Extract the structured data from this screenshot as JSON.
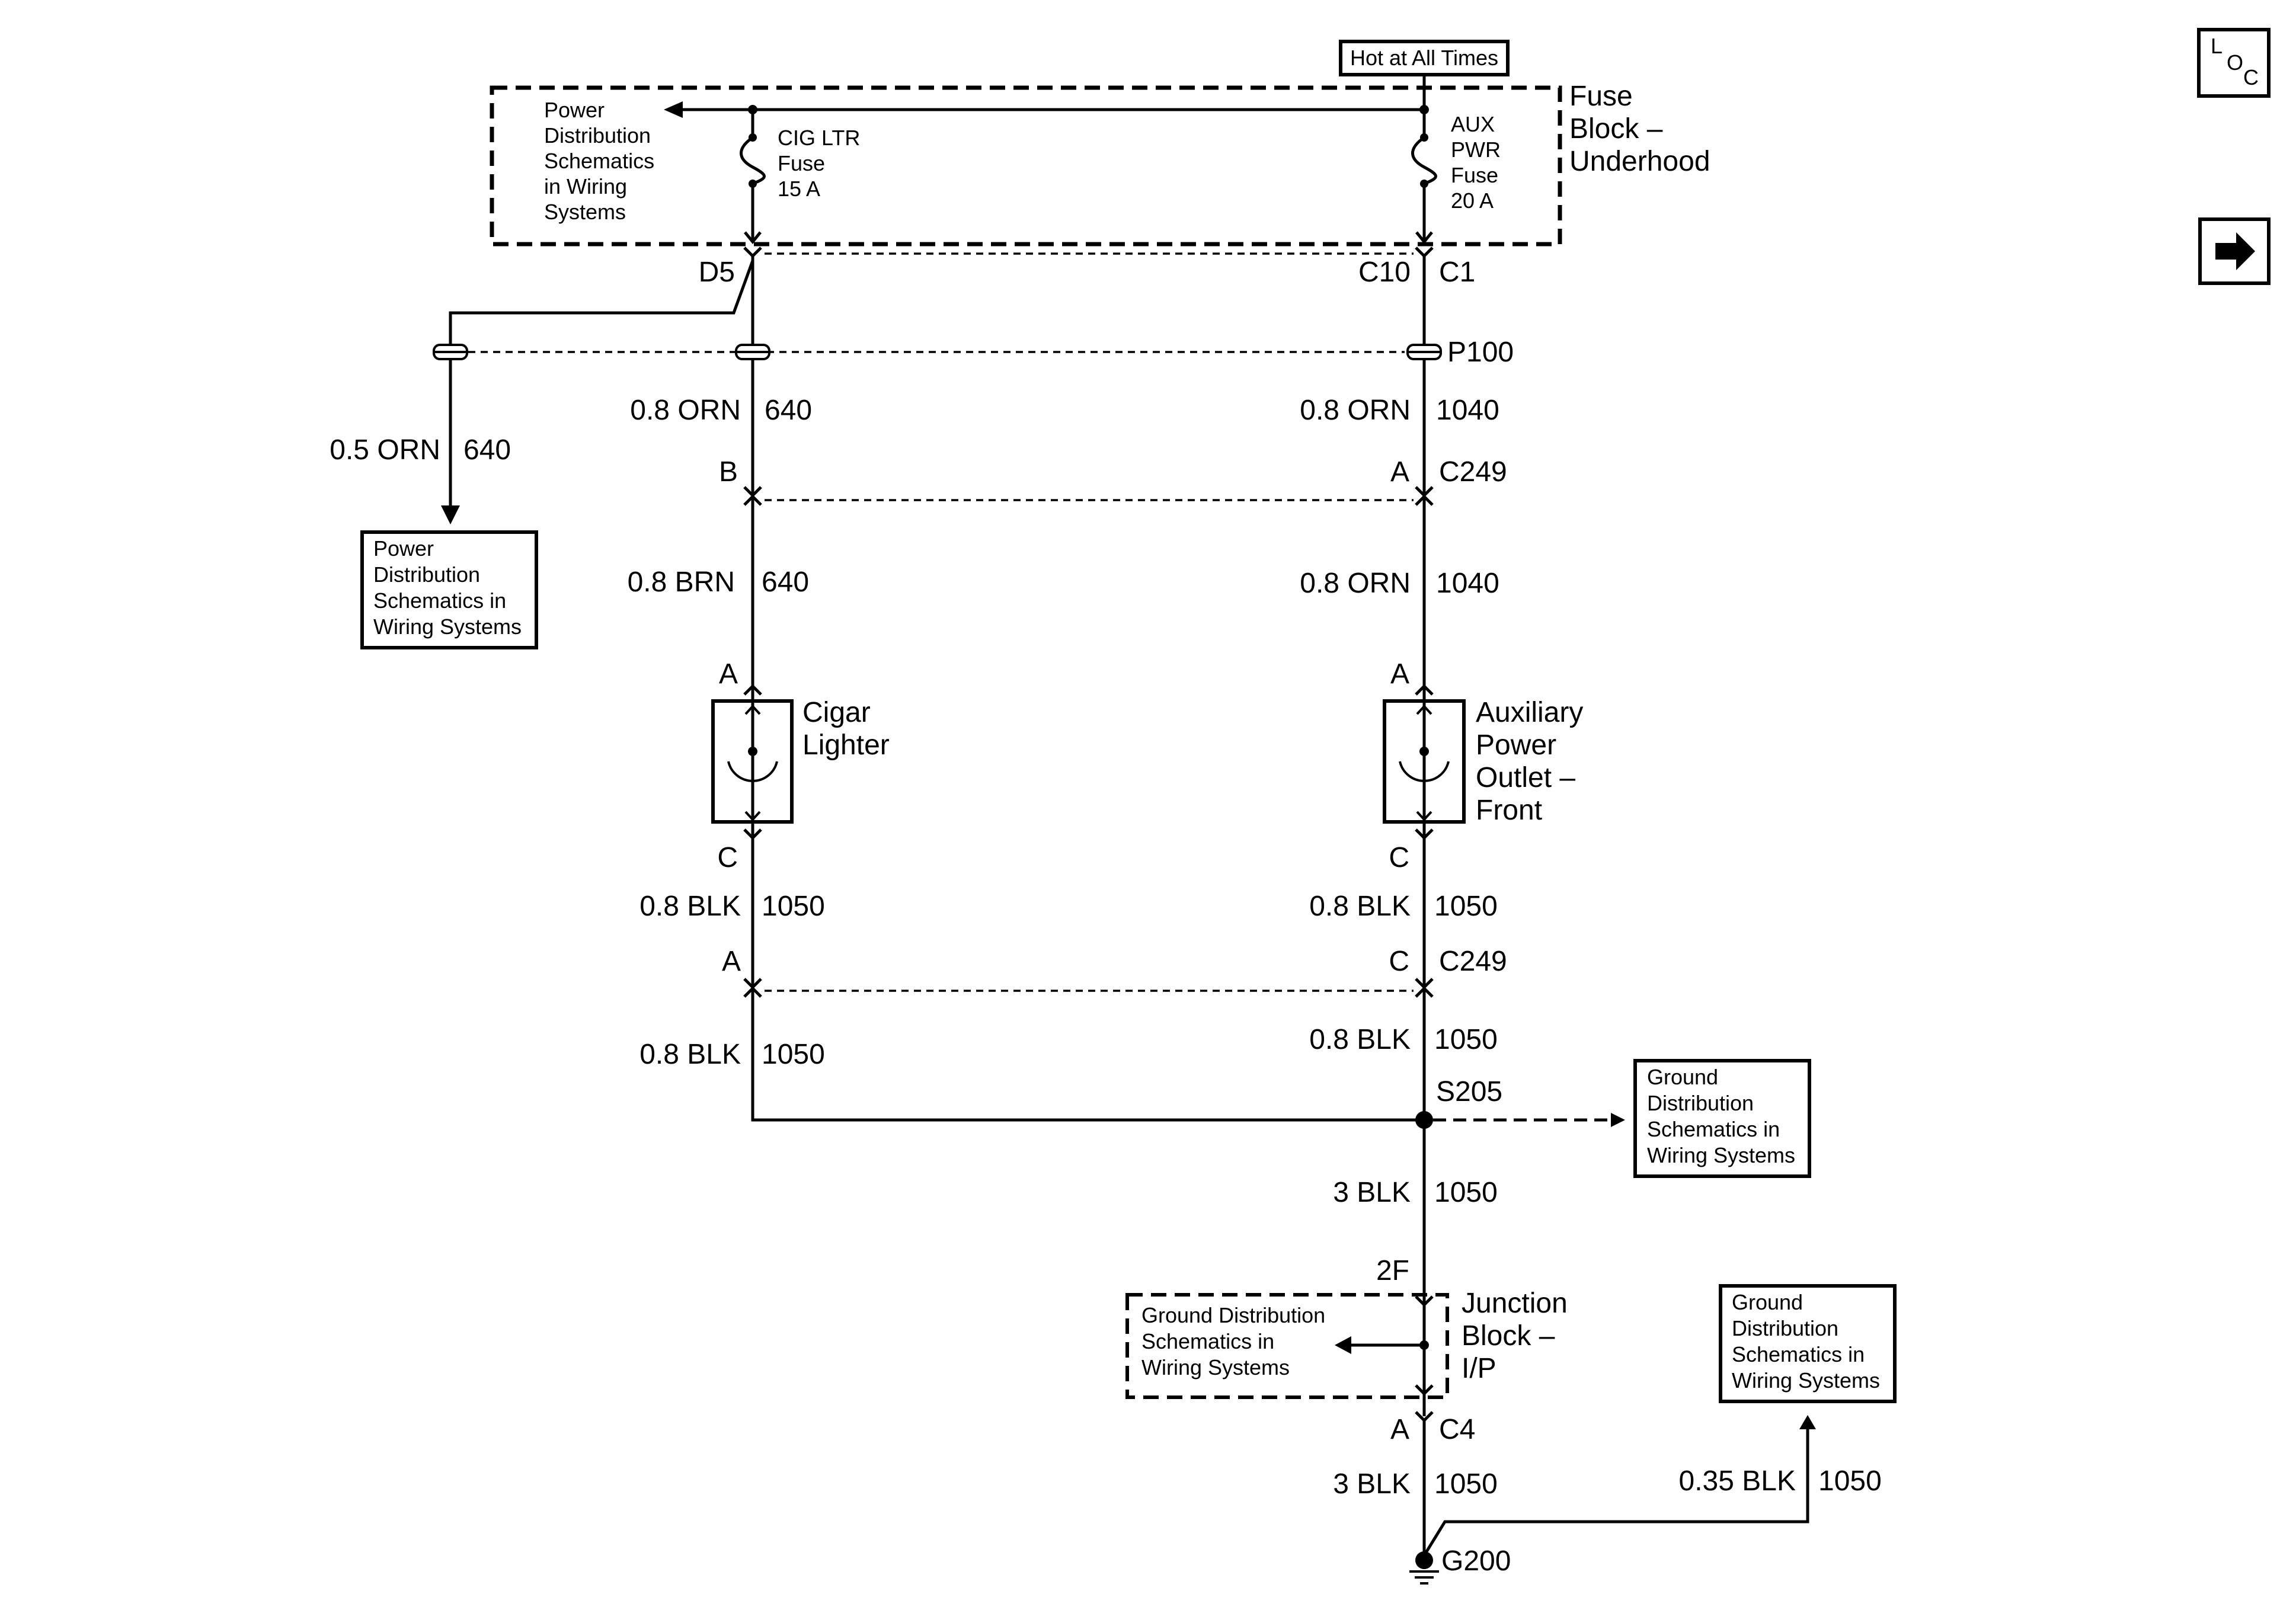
{
  "hot_label": "Hot at All Times",
  "fuse_block": {
    "name_lines": [
      "Fuse",
      "Block –",
      "Underhood"
    ],
    "left_ref_lines": [
      "Power",
      "Distribution",
      "Schematics",
      "in Wiring",
      "Systems"
    ],
    "cig_fuse_lines": [
      "CIG LTR",
      "Fuse",
      "15 A"
    ],
    "aux_fuse_lines": [
      "AUX",
      "PWR",
      "Fuse",
      "20 A"
    ],
    "pin_d5": "D5",
    "pin_c10": "C10",
    "connector_c1": "C1"
  },
  "splice_p100": "P100",
  "wires": {
    "w_left_ref": {
      "gauge": "0.5 ORN",
      "circuit": "640"
    },
    "w_cig_upper": {
      "gauge": "0.8 ORN",
      "circuit": "640"
    },
    "w_aux_upper": {
      "gauge": "0.8 ORN",
      "circuit": "1040"
    },
    "w_cig_mid": {
      "gauge": "0.8 BRN",
      "circuit": "640"
    },
    "w_aux_mid": {
      "gauge": "0.8 ORN",
      "circuit": "1040"
    },
    "w_cig_gnd1": {
      "gauge": "0.8 BLK",
      "circuit": "1050"
    },
    "w_aux_gnd1": {
      "gauge": "0.8 BLK",
      "circuit": "1050"
    },
    "w_cig_gnd2": {
      "gauge": "0.8 BLK",
      "circuit": "1050"
    },
    "w_aux_gnd2": {
      "gauge": "0.8 BLK",
      "circuit": "1050"
    },
    "w_main_gnd": {
      "gauge": "3 BLK",
      "circuit": "1050"
    },
    "w_final_gnd": {
      "gauge": "3 BLK",
      "circuit": "1050"
    },
    "w_right_gnd": {
      "gauge": "0.35 BLK",
      "circuit": "1050"
    }
  },
  "left_ref_box_lines": [
    "Power",
    "Distribution",
    "Schematics in",
    "Wiring Systems"
  ],
  "c249": {
    "name": "C249",
    "pin_b": "B",
    "pin_a_top": "A",
    "pin_a_bottom": "A",
    "pin_c_bottom": "C"
  },
  "cigar_lighter": {
    "name_lines": [
      "Cigar",
      "Lighter"
    ],
    "pin_top": "A",
    "pin_bottom": "C"
  },
  "aux_outlet": {
    "name_lines": [
      "Auxiliary",
      "Power",
      "Outlet –",
      "Front"
    ],
    "pin_top": "A",
    "pin_bottom": "C"
  },
  "splice_s205": "S205",
  "ground_ref_s205_lines": [
    "Ground",
    "Distribution",
    "Schematics in",
    "Wiring Systems"
  ],
  "junction_block": {
    "name_lines": [
      "Junction",
      "Block –",
      "I/P"
    ],
    "pin_top": "2F",
    "inner_ref_lines": [
      "Ground Distribution",
      "Schematics in",
      "Wiring Systems"
    ],
    "pin_a": "A",
    "connector_c4": "C4"
  },
  "ground_ref_right_lines": [
    "Ground",
    "Distribution",
    "Schematics in",
    "Wiring Systems"
  ],
  "ground_g200": "G200",
  "icons": {
    "loc": {
      "l": "L",
      "o": "O",
      "c": "C"
    },
    "next": "right-arrow-icon"
  }
}
